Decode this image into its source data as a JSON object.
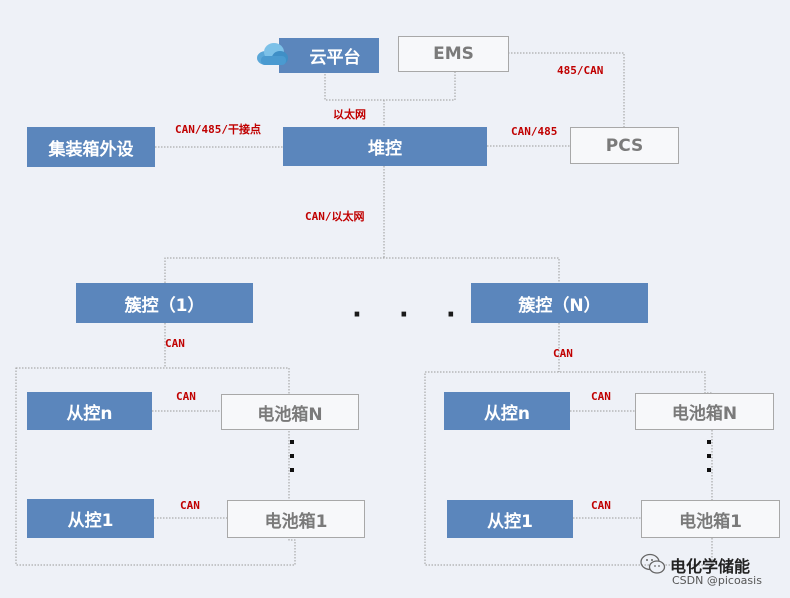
{
  "nodes": {
    "cloud": "云平台",
    "ems": "EMS",
    "container_ext": "集装箱外设",
    "stack_ctrl": "堆控",
    "pcs": "PCS",
    "cluster_1": "簇控（1）",
    "cluster_n": "簇控（N）",
    "slave_n_left": "从控n",
    "battery_n_left": "电池箱N",
    "slave_1_left": "从控1",
    "battery_1_left": "电池箱1",
    "slave_n_right": "从控n",
    "battery_n_right": "电池箱N",
    "slave_1_right": "从控1",
    "battery_1_right": "电池箱1"
  },
  "labels": {
    "ems_pcs": "485/CAN",
    "ethernet": "以太网",
    "ext_link": "CAN/485/干接点",
    "pcs_link": "CAN/485",
    "stack_cluster": "CAN/以太网",
    "cluster1_can": "CAN",
    "clusterN_can": "CAN",
    "can_l1": "CAN",
    "can_l2": "CAN",
    "can_r1": "CAN",
    "can_r2": "CAN"
  },
  "ellipsis": "· · ·",
  "watermark": {
    "brand": "电化学储能",
    "source": "CSDN @picoasis"
  },
  "colors": {
    "node_blue": "#5b86bc",
    "node_white": "#f7f8fa",
    "label_red": "#c00000",
    "background": "#eef1f7"
  },
  "icons": [
    "cloud-icon",
    "wechat-icon"
  ]
}
